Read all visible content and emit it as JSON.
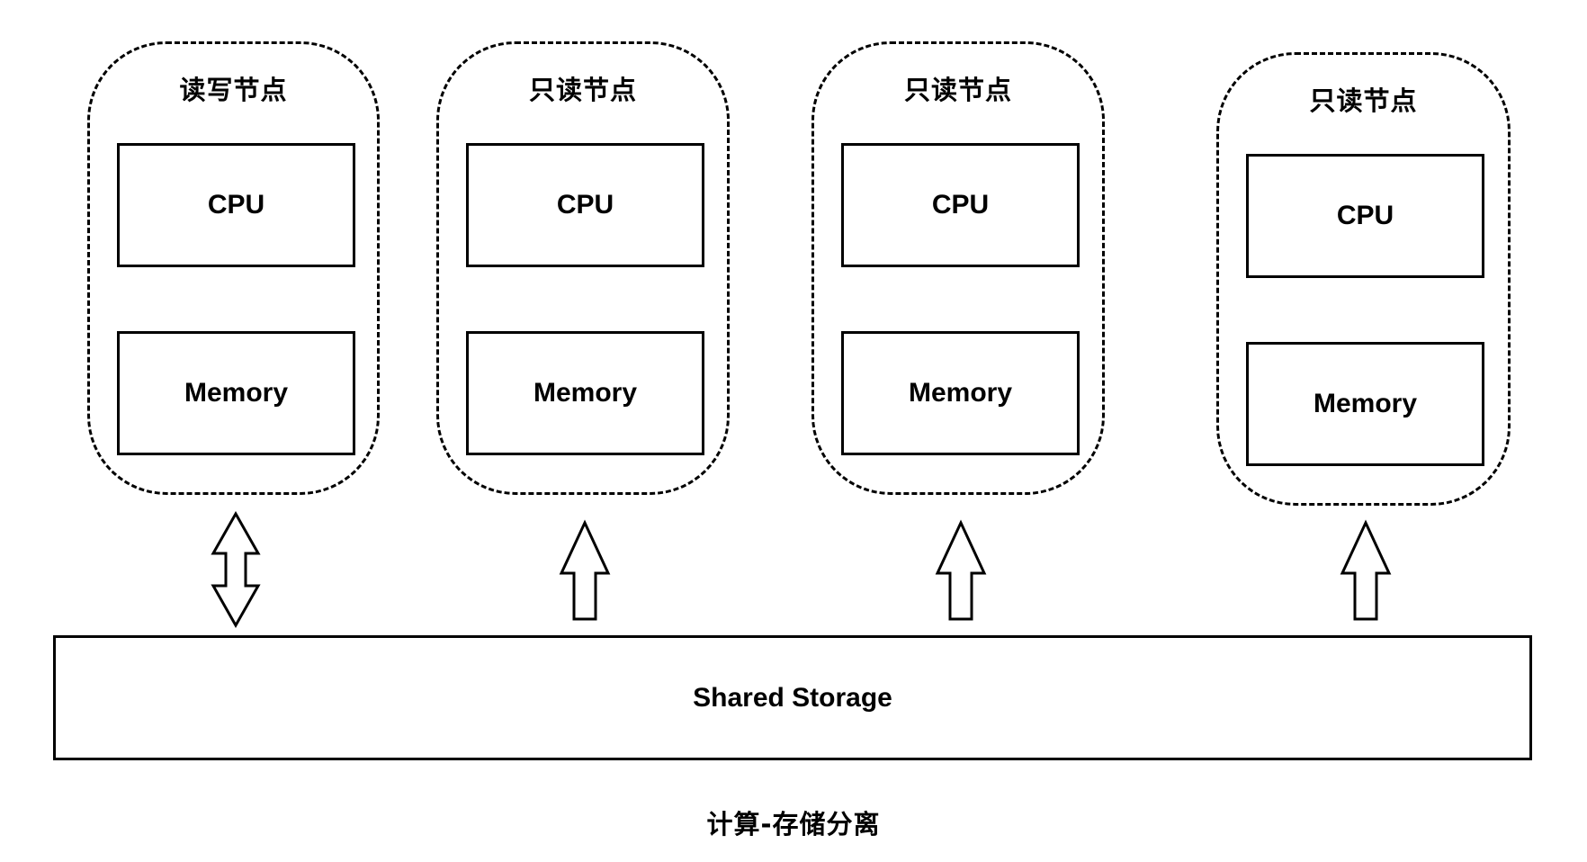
{
  "nodes": [
    {
      "label": "读写节点",
      "cpu": "CPU",
      "memory": "Memory",
      "link": "bidirectional"
    },
    {
      "label": "只读节点",
      "cpu": "CPU",
      "memory": "Memory",
      "link": "up"
    },
    {
      "label": "只读节点",
      "cpu": "CPU",
      "memory": "Memory",
      "link": "up"
    },
    {
      "label": "只读节点",
      "cpu": "CPU",
      "memory": "Memory",
      "link": "up"
    }
  ],
  "storage": {
    "label": "Shared Storage"
  },
  "caption": "计算-存储分离",
  "colors": {
    "stroke": "#000000",
    "background": "#ffffff"
  }
}
